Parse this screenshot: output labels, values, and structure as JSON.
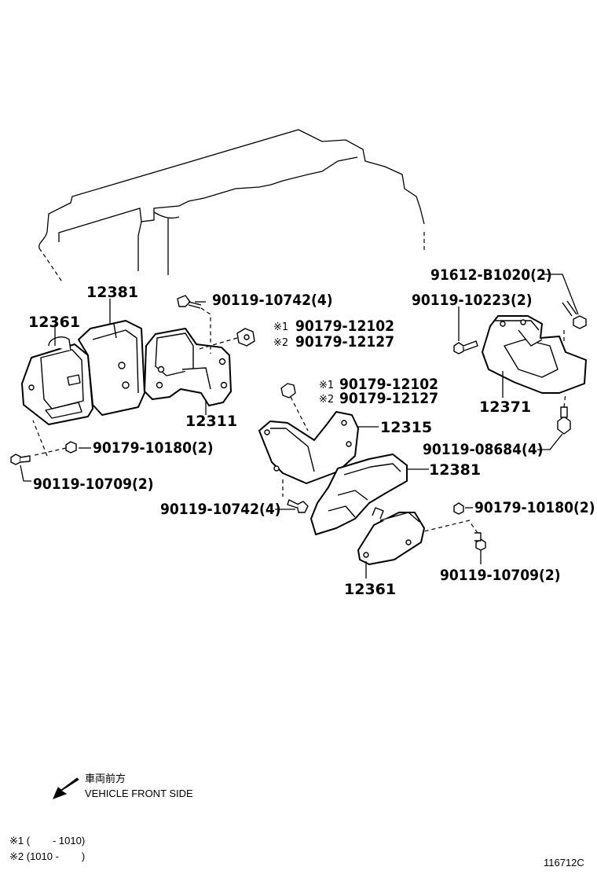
{
  "labels": {
    "l_12381_top": "12381",
    "l_12361_left": "12361",
    "l_bolt_10742_top": "90119-10742(4)",
    "l_nut_12102_top_mark": "※1",
    "l_nut_12102_top": "90179-12102",
    "l_nut_12127_top_mark": "※2",
    "l_nut_12127_top": "90179-12127",
    "l_12311": "12311",
    "l_nut_10180_left": "90179-10180(2)",
    "l_bolt_10709_left": "90119-10709(2)",
    "l_91612": "91612-B1020(2)",
    "l_bolt_10223": "90119-10223(2)",
    "l_12371": "12371",
    "l_nut_12102_mid_mark": "※1",
    "l_nut_12102_mid": "90179-12102",
    "l_nut_12127_mid_mark": "※2",
    "l_nut_12127_mid": "90179-12127",
    "l_12315": "12315",
    "l_bolt_08684": "90119-08684(4)",
    "l_12381_mid": "12381",
    "l_bolt_10742_mid": "90119-10742(4)",
    "l_nut_10180_right": "90179-10180(2)",
    "l_bolt_10709_right": "90119-10709(2)",
    "l_12361_bottom": "12361"
  },
  "legend": {
    "direction_jp": "車両前方",
    "direction_en": "VEHICLE FRONT SIDE"
  },
  "footnotes": {
    "note1": "※1 (        - 1010)",
    "note2": "※2 (1010 -        )"
  },
  "diagram_id": "116712C"
}
